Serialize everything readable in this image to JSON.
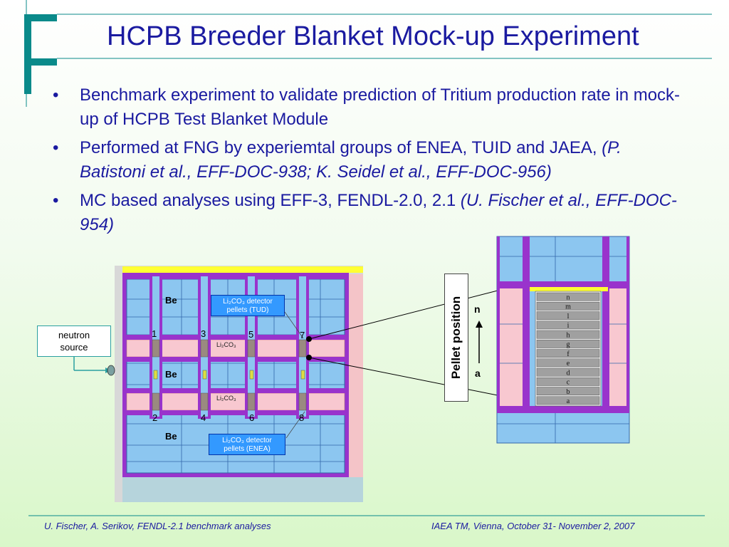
{
  "title": "HCPB Breeder Blanket Mock-up Experiment",
  "bullets": [
    {
      "text": "Benchmark experiment to validate prediction of Tritium production rate in mock-up of HCPB Test Blanket Module",
      "cite": ""
    },
    {
      "text": "Performed at FNG by experiemtal groups of ENEA, TUID and JAEA, ",
      "cite": "(P. Batistoni et al., EFF-DOC-938; K. Seidel et al., EFF-DOC-956)"
    },
    {
      "text": "MC based analyses using EFF-3, FENDL-2.0, 2.1 ",
      "cite": "(U. Fischer et al., EFF-DOC-954)"
    }
  ],
  "diagram": {
    "neutron_source": {
      "line1": "neutron",
      "line2": "source"
    },
    "be_labels": [
      "Be",
      "Be",
      "Be"
    ],
    "li2co3_label": "Li₂CO₃",
    "detector_tud": {
      "line1": "Li₂CO₃ detector",
      "line2": "pellets (TUD)"
    },
    "detector_enea": {
      "line1": "Li₂CO₃ detector",
      "line2": "pellets (ENEA)"
    },
    "positions_top": [
      "1",
      "3",
      "5",
      "7"
    ],
    "positions_bottom": [
      "2",
      "4",
      "6",
      "8"
    ],
    "pellet_position": "Pellet position",
    "arrow_top": "n",
    "arrow_bottom": "a",
    "pellet_letters": [
      "n",
      "m",
      "l",
      "i",
      "h",
      "g",
      "f",
      "e",
      "d",
      "c",
      "b",
      "a"
    ]
  },
  "footer": {
    "left": "U. Fischer, A. Serikov, FENDL-2.1 benchmark analyses",
    "right": "IAEA TM, Vienna, October 31- November 2, 2007"
  }
}
